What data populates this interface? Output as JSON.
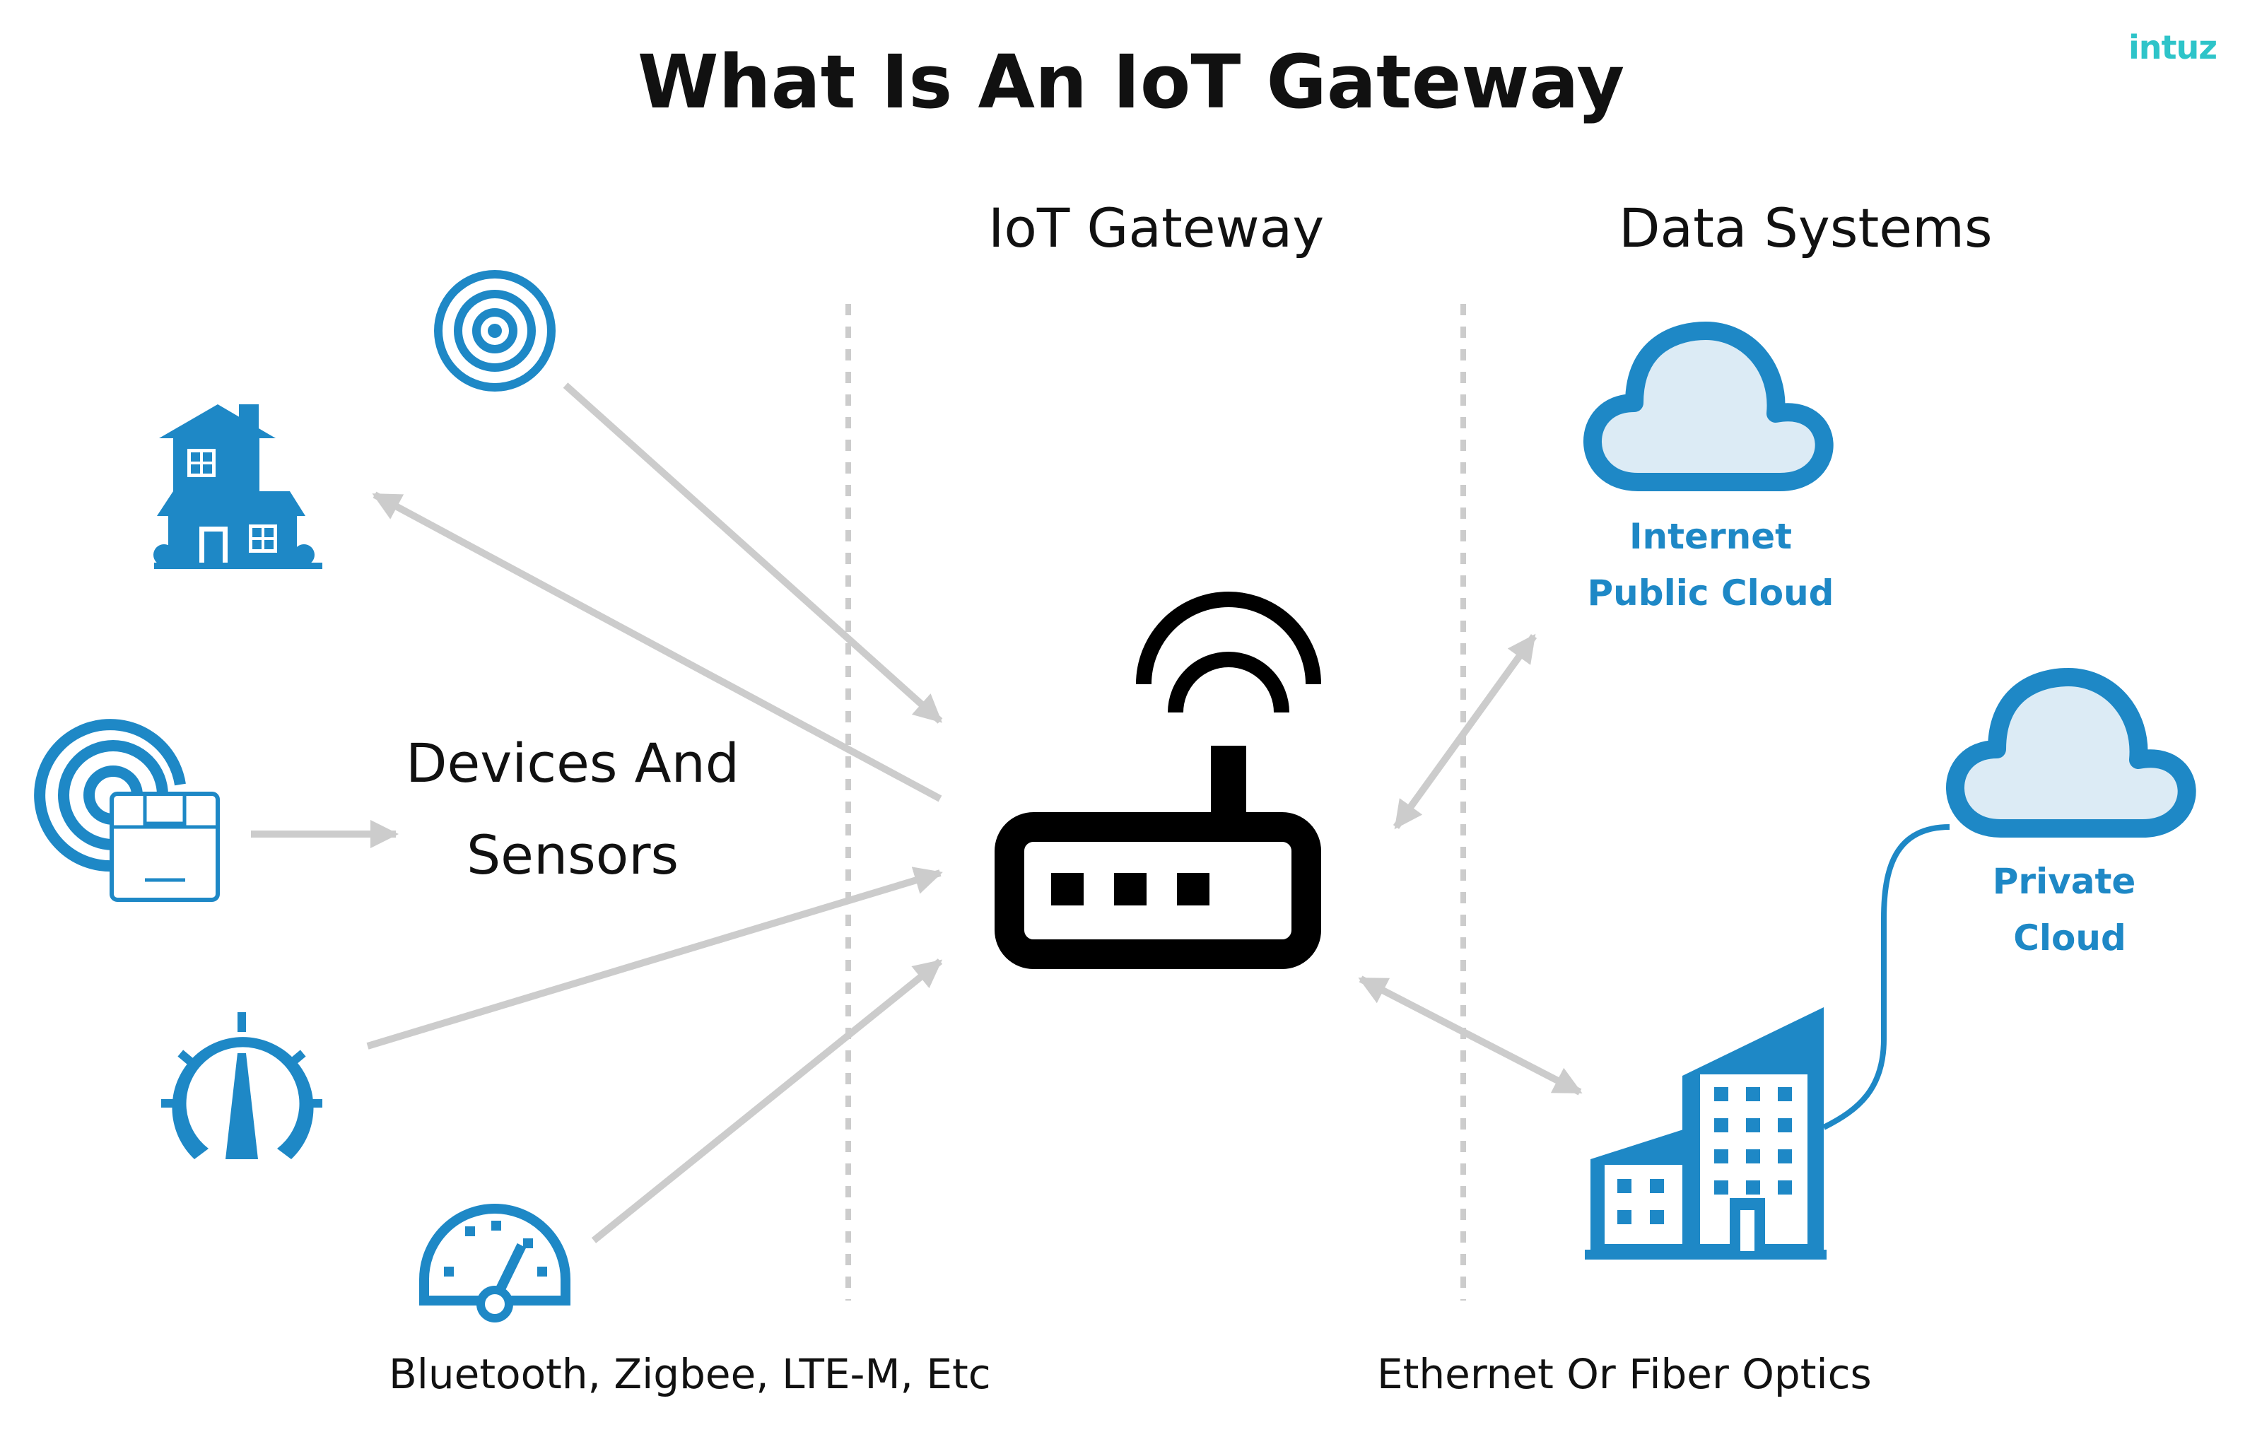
{
  "title": "What Is An IoT Gateway",
  "logo_text": "intuz",
  "headers": {
    "gateway": "IoT Gateway",
    "data_systems": "Data Systems",
    "devices_line1": "Devices And",
    "devices_line2": "Sensors"
  },
  "clouds": {
    "public_line1": "Internet",
    "public_line2": "Public Cloud",
    "private_line1": "Private",
    "private_line2": "Cloud"
  },
  "footers": {
    "left": "Bluetooth, Zigbee, LTE-M, Etc",
    "right": "Ethernet Or Fiber Optics"
  },
  "colors": {
    "accent": "#1e88c6",
    "cloud_fill": "#dcebf5",
    "arrow": "#cccccc",
    "logo": "#2ec4c9"
  },
  "icons": [
    "target-icon",
    "house-icon",
    "rfid-package-icon",
    "speedometer-icon",
    "gauge-icon",
    "router-icon",
    "cloud-icon",
    "office-building-icon"
  ]
}
